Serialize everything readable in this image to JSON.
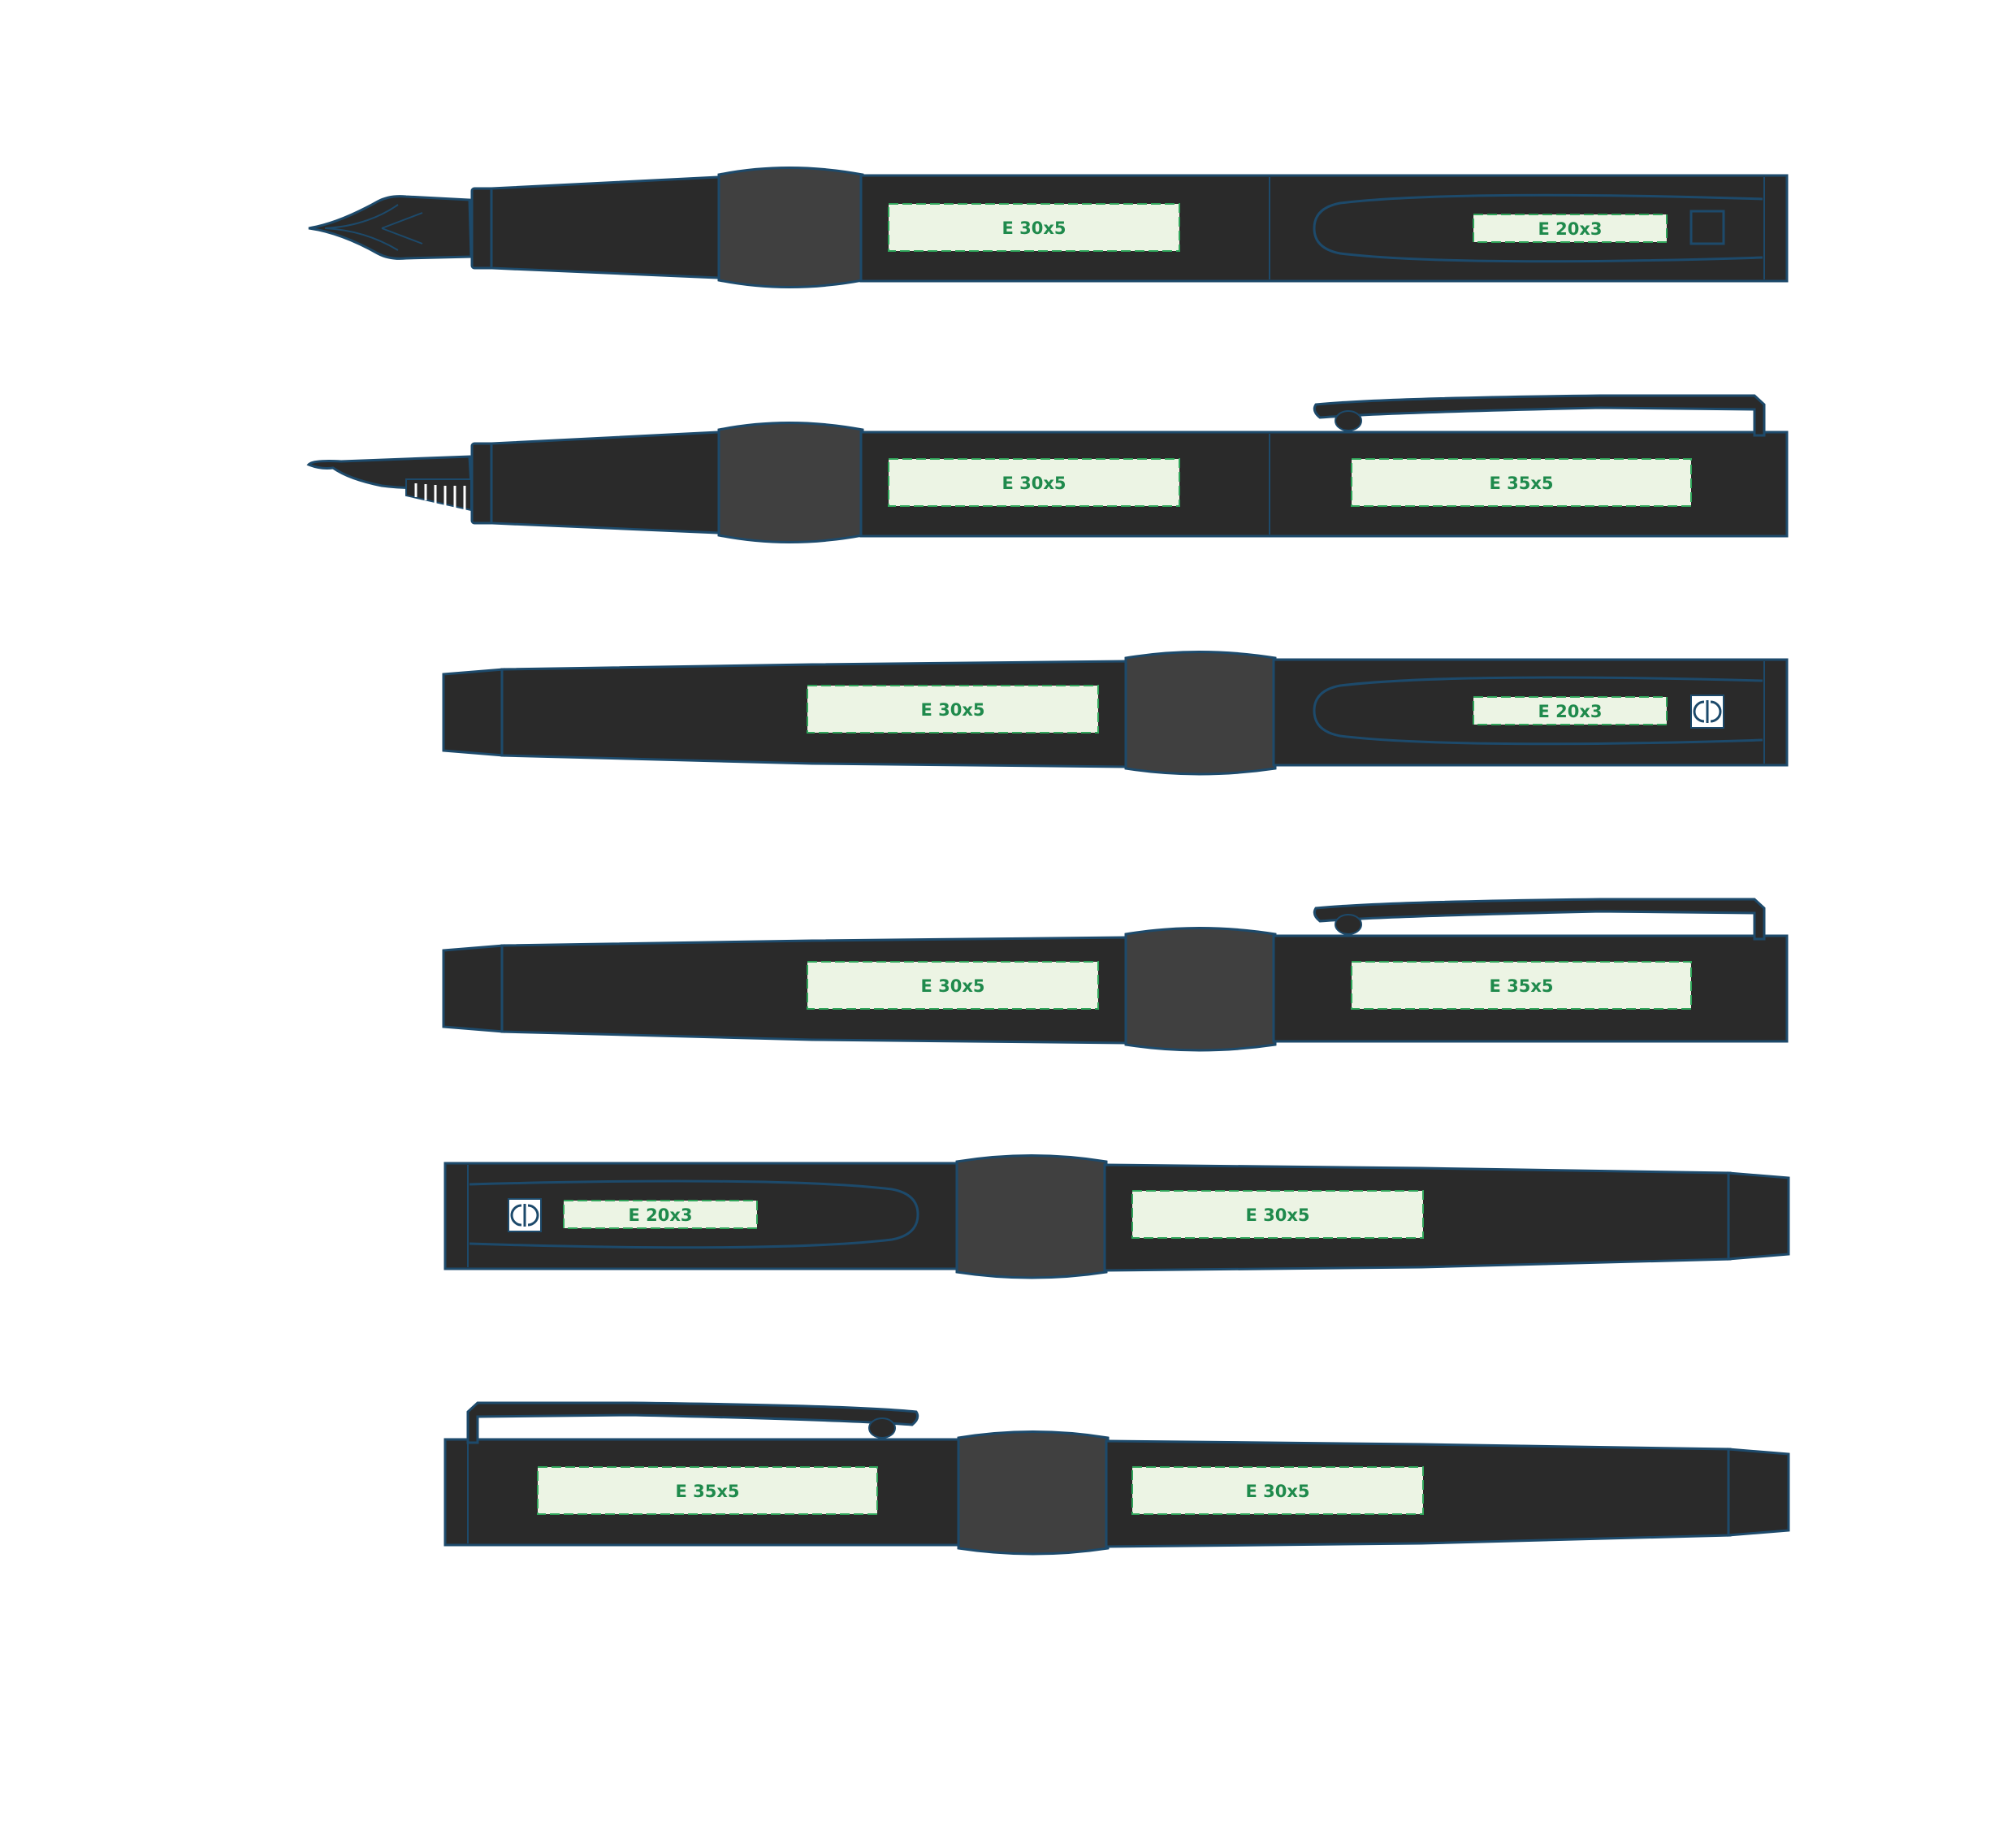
{
  "colors": {
    "body": "#2a2a2a",
    "grip": "#404040",
    "outline": "#1d4a6b",
    "zone_fill": "#ecf4e4",
    "zone_dash": "#2fa55a",
    "zone_text": "#1f8a4c",
    "background": "#ffffff"
  },
  "icons": {
    "nib": "fountain-pen-nib-icon",
    "logo": "brand-logo-icon",
    "clip": "pen-clip-icon"
  },
  "views": [
    {
      "name": "front-view-with-nib",
      "zones": [
        {
          "name": "zone-barrel",
          "label": "E 30x5"
        },
        {
          "name": "zone-cap",
          "label": "E 20x3"
        }
      ]
    },
    {
      "name": "side-view-with-nib-and-clip",
      "zones": [
        {
          "name": "zone-barrel",
          "label": "E 30x5"
        },
        {
          "name": "zone-cap",
          "label": "E 35x5"
        }
      ]
    },
    {
      "name": "closed-view-with-logo",
      "zones": [
        {
          "name": "zone-barrel",
          "label": "E 30x5"
        },
        {
          "name": "zone-cap",
          "label": "E 20x3"
        }
      ]
    },
    {
      "name": "closed-view-with-clip",
      "zones": [
        {
          "name": "zone-barrel",
          "label": "E 30x5"
        },
        {
          "name": "zone-cap",
          "label": "E 35x5"
        }
      ]
    },
    {
      "name": "closed-mirrored-view-with-logo",
      "zones": [
        {
          "name": "zone-cap",
          "label": "E 20x3"
        },
        {
          "name": "zone-barrel",
          "label": "E 30x5"
        }
      ]
    },
    {
      "name": "closed-mirrored-view-with-clip",
      "zones": [
        {
          "name": "zone-cap",
          "label": "E 35x5"
        },
        {
          "name": "zone-barrel",
          "label": "E 30x5"
        }
      ]
    }
  ]
}
